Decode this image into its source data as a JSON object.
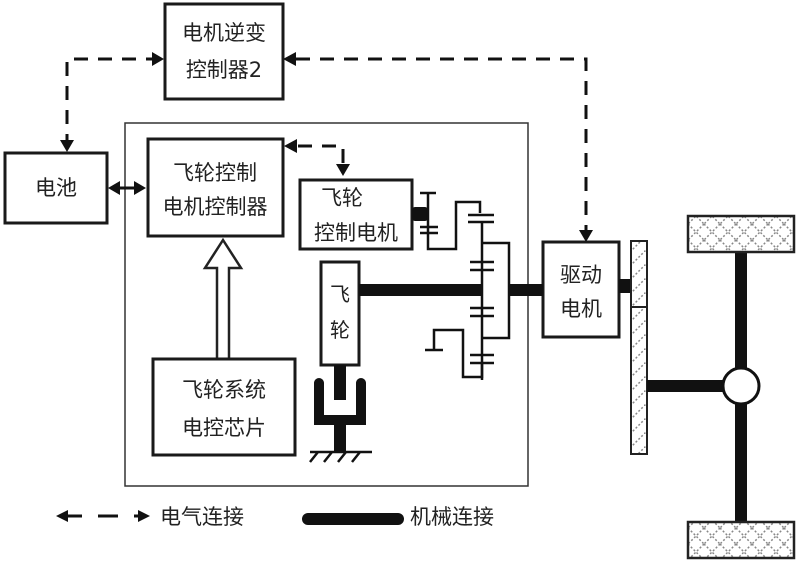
{
  "diagram": {
    "type": "flywheel hybrid powertrain schematic",
    "nodes": {
      "inverter": {
        "line1": "电机逆变",
        "line2": "控制器2"
      },
      "battery": {
        "label": "电池"
      },
      "flywheel_motor_controller": {
        "line1": "飞轮控制",
        "line2": "电机控制器"
      },
      "flywheel_control_motor": {
        "line1": "飞轮",
        "line2": "控制电机"
      },
      "flywheel": {
        "line1": "飞",
        "line2": "轮"
      },
      "flywheel_ecu_chip": {
        "line1": "飞轮系统",
        "line2": "电控芯片"
      },
      "drive_motor": {
        "line1": "驱动",
        "line2": "电机"
      }
    },
    "connections": [
      {
        "from": "battery",
        "to": "inverter",
        "kind": "electrical"
      },
      {
        "from": "inverter",
        "to": "drive_motor",
        "kind": "electrical"
      },
      {
        "from": "battery",
        "to": "flywheel_motor_controller",
        "kind": "electrical"
      },
      {
        "from": "flywheel_motor_controller",
        "to": "flywheel_control_motor",
        "kind": "electrical"
      },
      {
        "from": "flywheel_ecu_chip",
        "to": "flywheel_motor_controller",
        "kind": "signal"
      },
      {
        "from": "flywheel_control_motor",
        "to": "planetary_gearset",
        "kind": "mechanical"
      },
      {
        "from": "flywheel",
        "to": "planetary_gearset",
        "kind": "mechanical"
      },
      {
        "from": "planetary_gearset",
        "to": "drive_motor",
        "kind": "mechanical"
      },
      {
        "from": "drive_motor",
        "to": "final_drive",
        "kind": "mechanical"
      },
      {
        "from": "final_drive",
        "to": "differential",
        "kind": "mechanical"
      },
      {
        "from": "differential",
        "to": "wheels",
        "kind": "mechanical"
      }
    ]
  },
  "legend": {
    "electrical": "电气连接",
    "mechanical": "机械连接"
  }
}
